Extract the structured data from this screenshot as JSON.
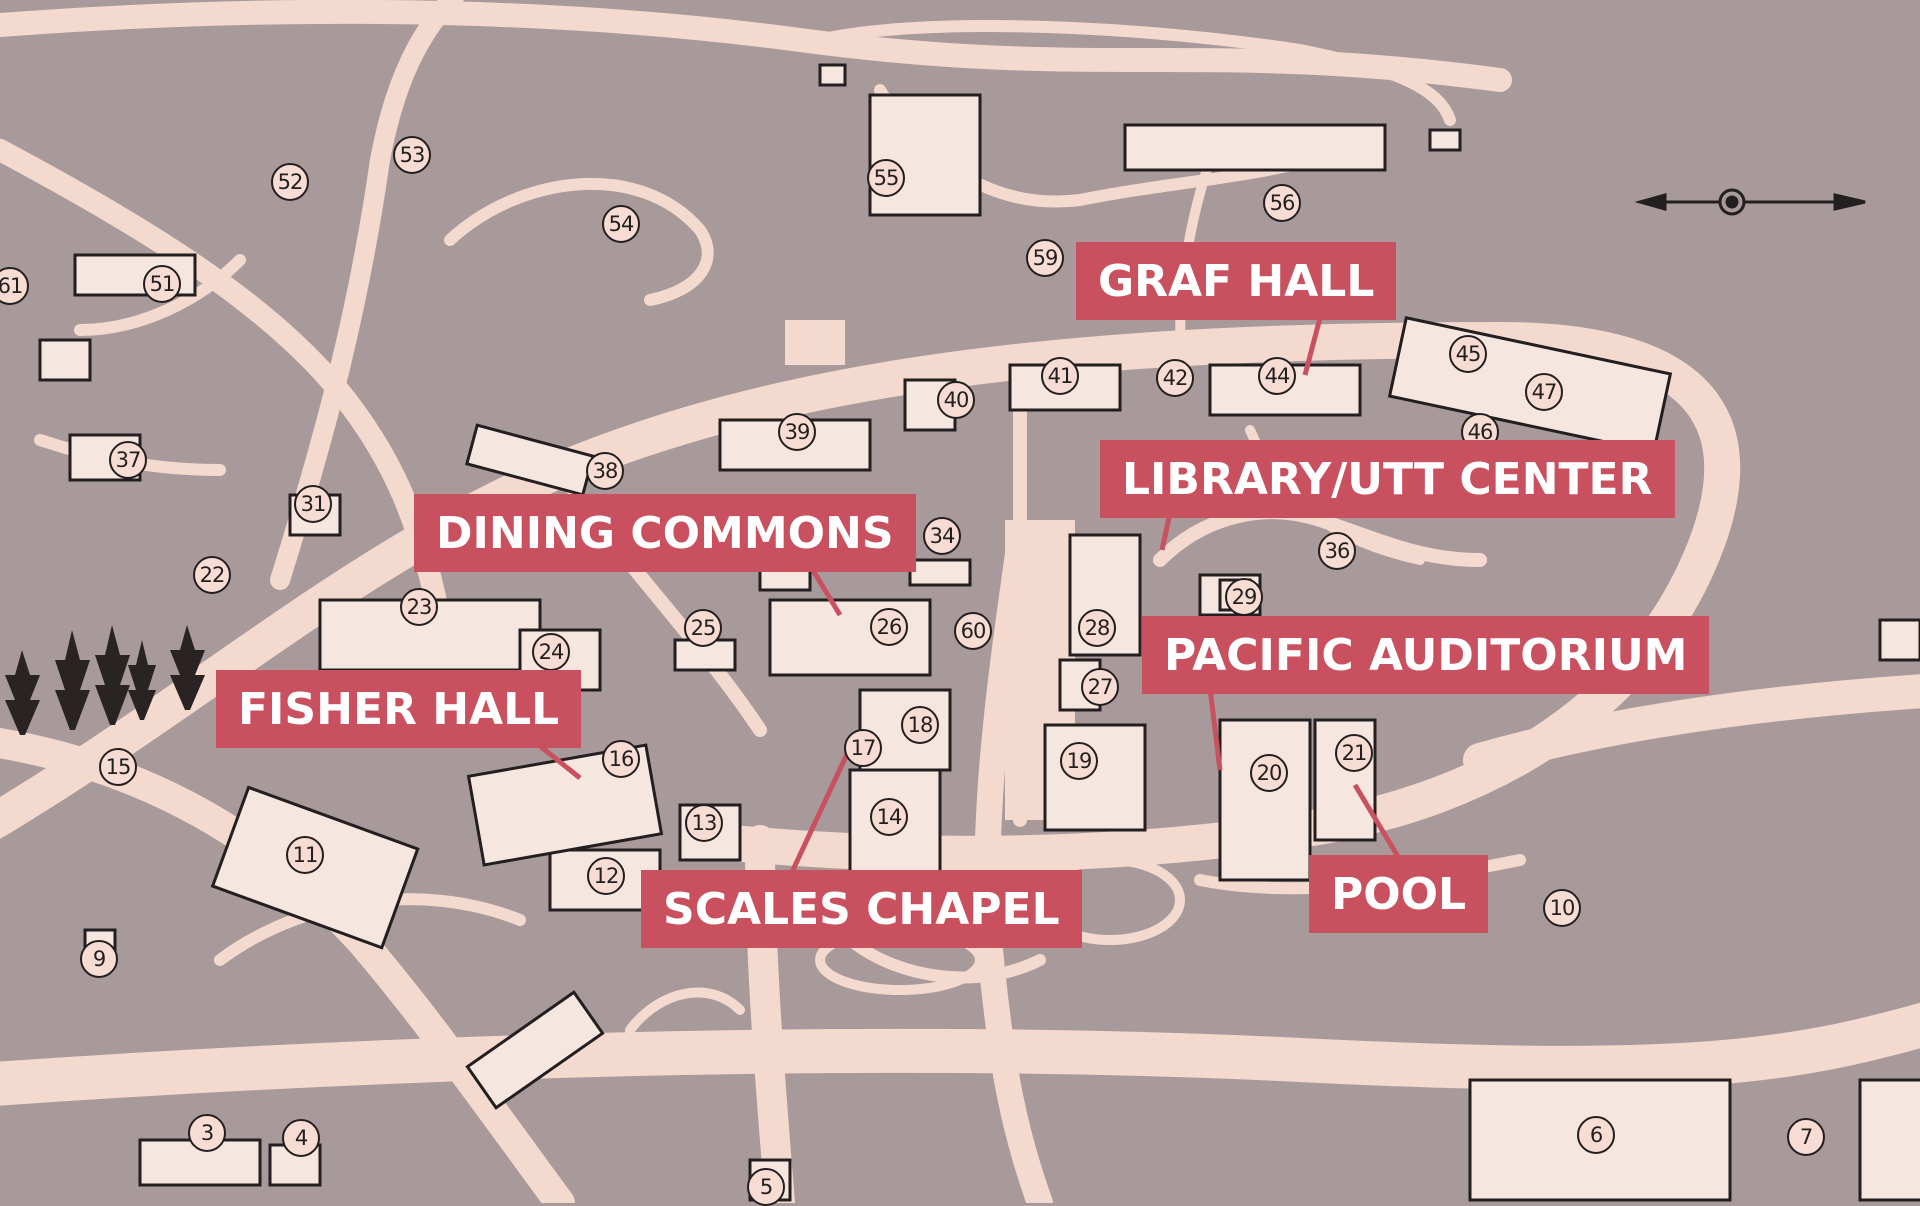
{
  "map": {
    "colors": {
      "background": "#a89a9b",
      "road": "#f4d9cf",
      "building": "#f6e6e0",
      "building_outline": "#231f20",
      "callout": "#c8505f",
      "callout_text": "#ffffff",
      "tree": "#2a2324"
    },
    "callouts": {
      "graf_hall": "GRAF HALL",
      "library": "LIBRARY/UTT CENTER",
      "dining": "DINING COMMONS",
      "pacific": "PACIFIC AUDITORIUM",
      "fisher": "FISHER HALL",
      "scales": "SCALES CHAPEL",
      "pool": "POOL"
    },
    "markers": {
      "m3": "3",
      "m4": "4",
      "m5": "5",
      "m6": "6",
      "m7": "7",
      "m9": "9",
      "m10": "10",
      "m11": "11",
      "m12": "12",
      "m13": "13",
      "m14": "14",
      "m15": "15",
      "m16": "16",
      "m17": "17",
      "m18": "18",
      "m19": "19",
      "m20": "20",
      "m21": "21",
      "m22": "22",
      "m23": "23",
      "m24": "24",
      "m25": "25",
      "m26": "26",
      "m27": "27",
      "m28": "28",
      "m29": "29",
      "m31": "31",
      "m34": "34",
      "m36": "36",
      "m37": "37",
      "m38": "38",
      "m39": "39",
      "m40": "40",
      "m41": "41",
      "m42": "42",
      "m44": "44",
      "m45": "45",
      "m46": "46",
      "m47": "47",
      "m51": "51",
      "m52": "52",
      "m53": "53",
      "m54": "54",
      "m55": "55",
      "m56": "56",
      "m59": "59",
      "m60": "60",
      "m61": "61"
    },
    "icons": {
      "compass": "north-arrow-icon",
      "trees": "tree-icon"
    }
  }
}
